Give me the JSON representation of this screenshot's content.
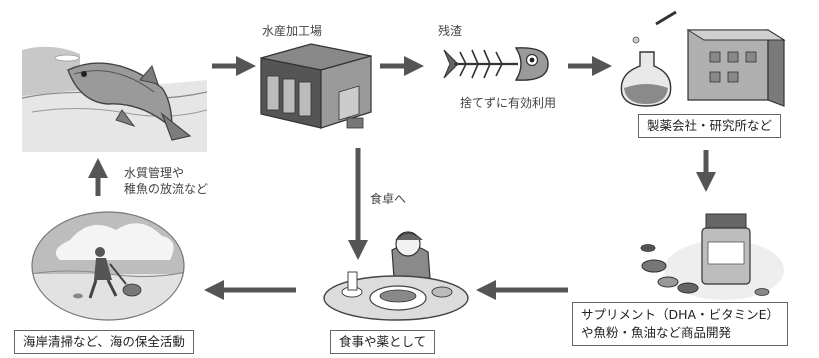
{
  "nodes": {
    "factory_label": "水産加工場",
    "residue_label": "残渣",
    "residue_note": "捨てずに有効利用",
    "pharma_box": "製薬会社・研究所など",
    "supplement_line1": "サプリメント（DHA・ビタミンE）",
    "supplement_line2": "や魚粉・魚油など商品開発",
    "meal_box": "食事や薬として",
    "table_label": "食卓へ",
    "beach_box": "海岸清掃など、海の保全活動",
    "water_line1": "水質管理や",
    "water_line2": "稚魚の放流など"
  },
  "colors": {
    "arrow": "#555555",
    "ink": "#444444",
    "fill_light": "#d8d8d8",
    "fill_mid": "#a8a8a8",
    "fill_dark": "#6a6a6a"
  }
}
